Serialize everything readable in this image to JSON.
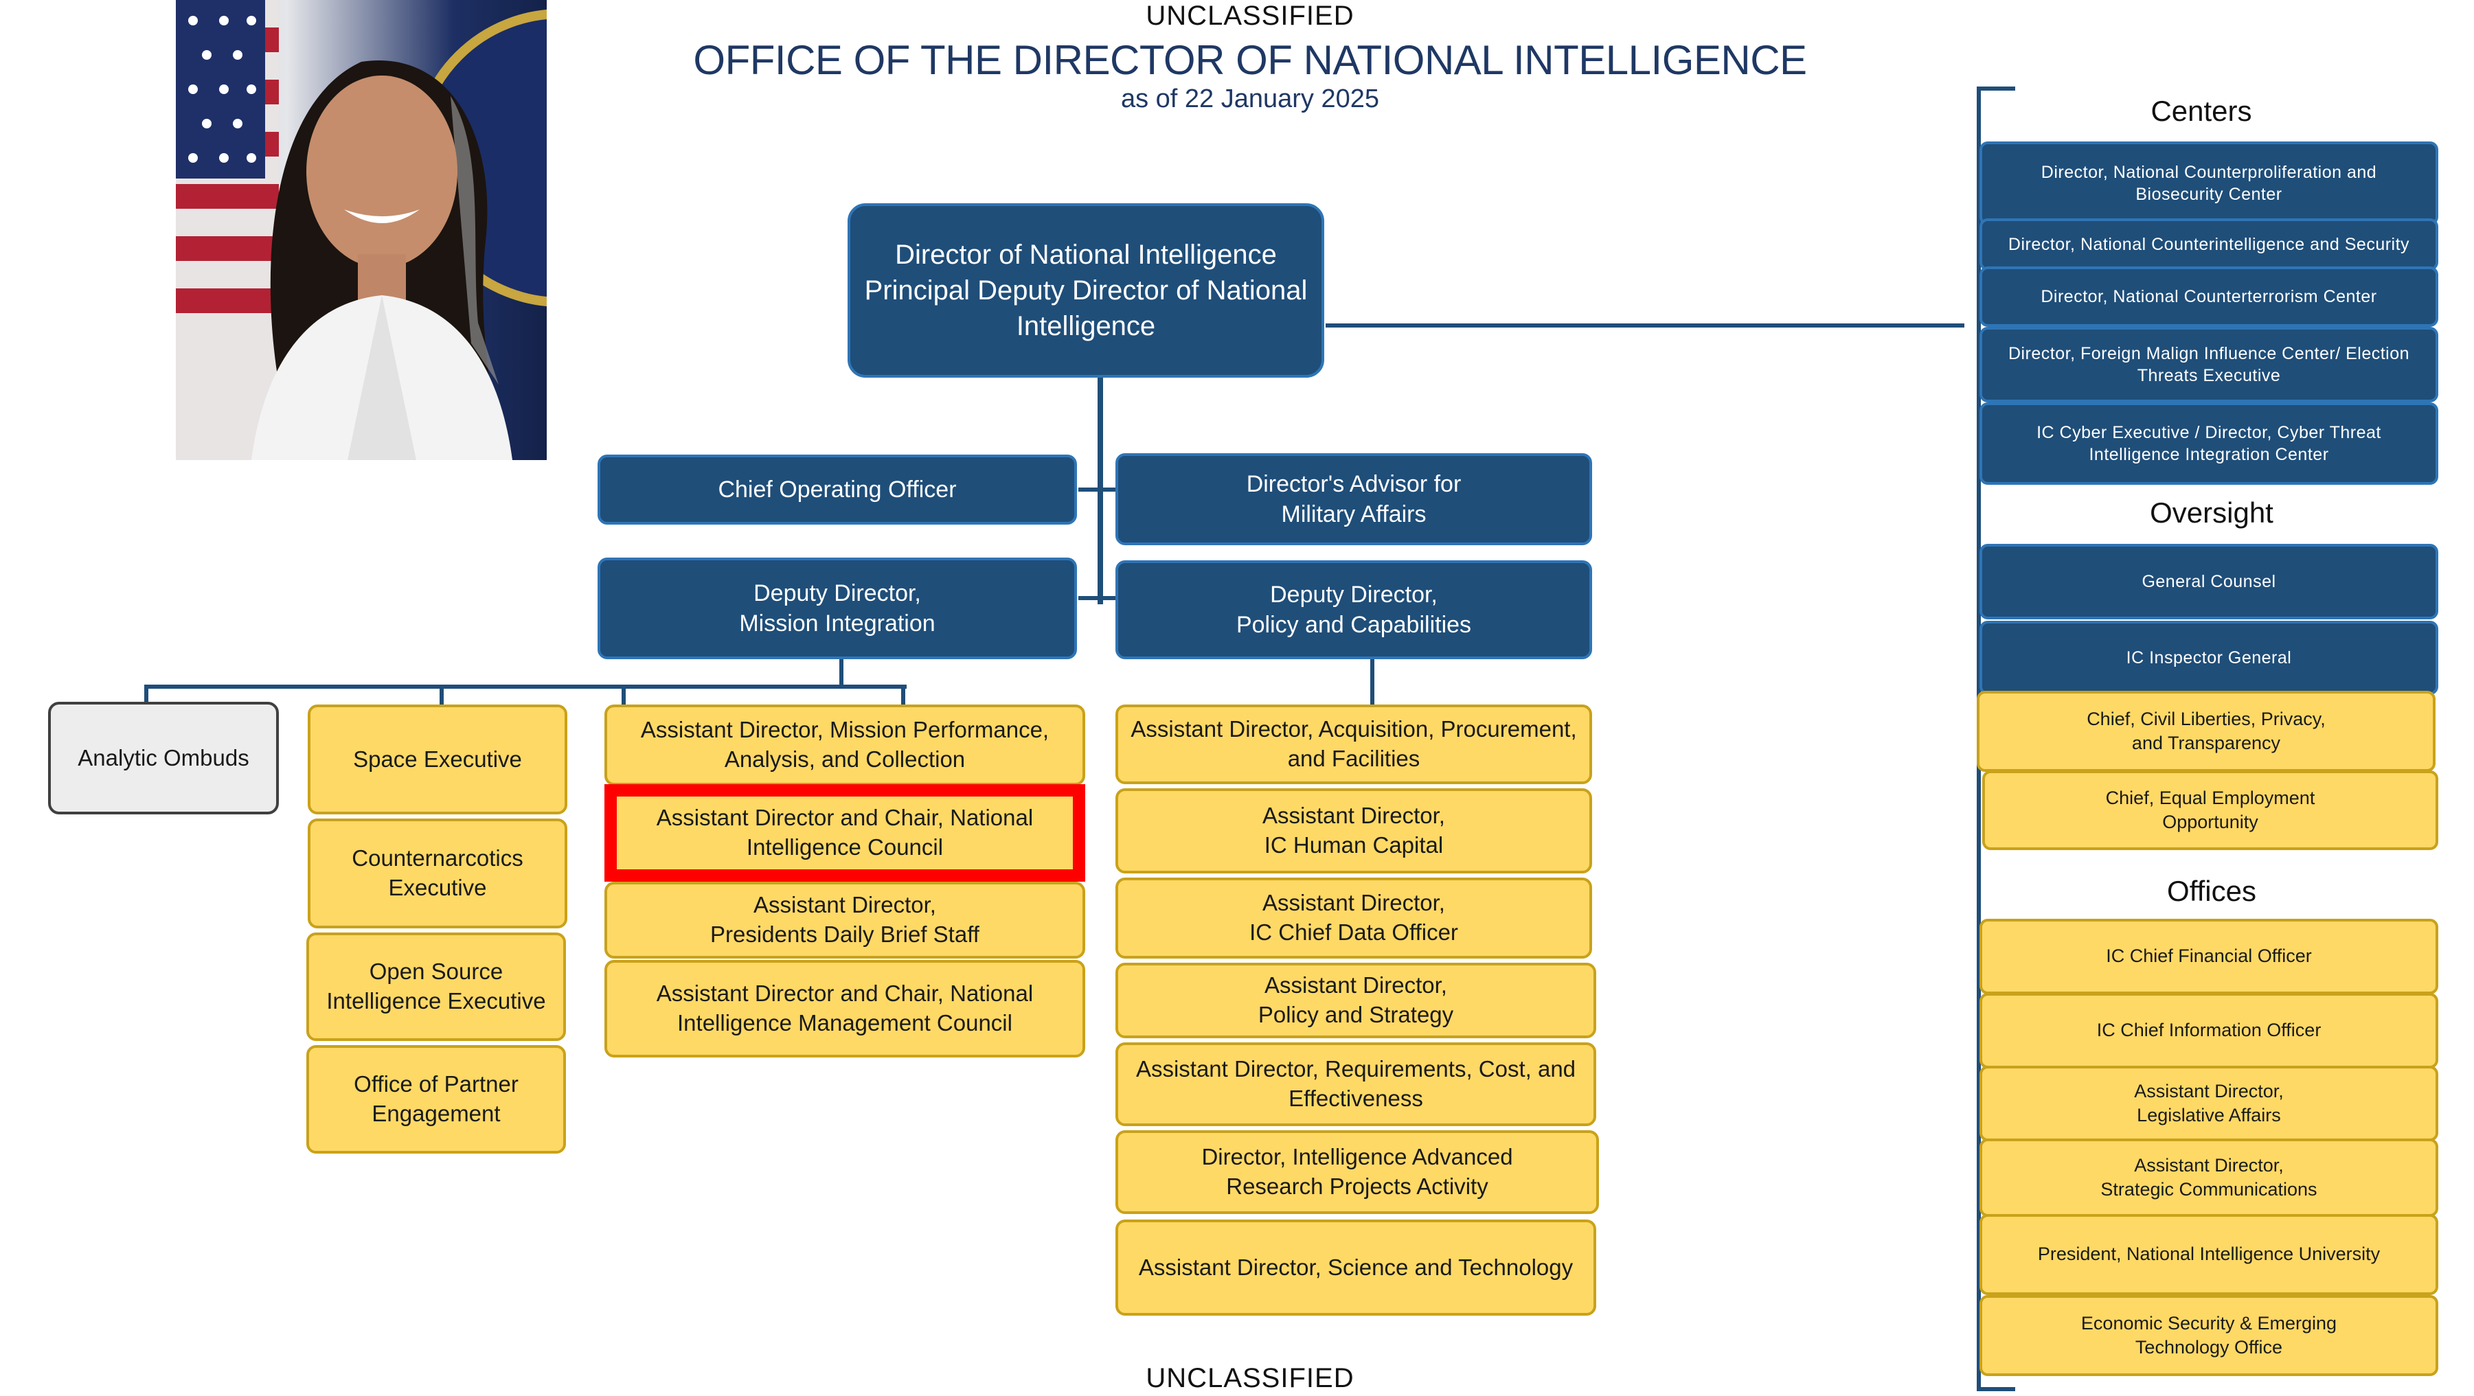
{
  "header": {
    "classification_top": "UNCLASSIFIED",
    "title": "OFFICE OF THE DIRECTOR OF NATIONAL INTELLIGENCE",
    "date": "as of 22 January 2025",
    "classification_bottom": "UNCLASSIFIED"
  },
  "top": {
    "dni": "Director of National Intelligence\nPrincipal Deputy Director of National Intelligence"
  },
  "second_row": {
    "coo": "Chief Operating Officer",
    "military": "Director's Advisor for\nMilitary Affairs"
  },
  "deputies": {
    "mission": "Deputy Director,\nMission Integration",
    "policy": "Deputy Director,\nPolicy and Capabilities"
  },
  "analytic_ombuds": "Analytic Ombuds",
  "executives": [
    "Space Executive",
    "Counternarcotics\nExecutive",
    "Open Source\nIntelligence Executive",
    "Office of Partner\nEngagement"
  ],
  "mission_column": [
    "Assistant Director, Mission Performance,\nAnalysis, and Collection",
    "Assistant Director and Chair, National\nIntelligence Council",
    "Assistant Director,\nPresidents Daily Brief Staff",
    "Assistant Director and Chair, National\nIntelligence Management Council"
  ],
  "policy_column": [
    "Assistant Director, Acquisition, Procurement,\nand Facilities",
    "Assistant Director,\nIC Human Capital",
    "Assistant Director,\nIC Chief Data Officer",
    "Assistant Director,\nPolicy and Strategy",
    "Assistant Director, Requirements, Cost, and\nEffectiveness",
    "Director, Intelligence Advanced\nResearch Projects Activity",
    "Assistant Director, Science and Technology"
  ],
  "right_panel": {
    "centers_title": "Centers",
    "centers": [
      "Director, National Counterproliferation and\nBiosecurity Center",
      "Director, National Counterintelligence and Security",
      "Director, National Counterterrorism Center",
      "Director, Foreign Malign Influence Center/ Election\nThreats Executive",
      "IC Cyber Executive / Director, Cyber Threat\nIntelligence Integration Center"
    ],
    "oversight_title": "Oversight",
    "oversight_blue": [
      "General Counsel",
      "IC Inspector General"
    ],
    "oversight_gold": [
      "Chief, Civil Liberties, Privacy,\nand Transparency",
      "Chief, Equal Employment\nOpportunity"
    ],
    "offices_title": "Offices",
    "offices": [
      "IC Chief Financial Officer",
      "IC Chief Information Officer",
      "Assistant Director,\nLegislative Affairs",
      "Assistant Director,\nStrategic Communications",
      "President, National Intelligence University",
      "Economic Security & Emerging\nTechnology Office"
    ]
  },
  "colors": {
    "blue_box": "#1f4e79",
    "blue_border": "#2e75b6",
    "gold_box": "#ffd966",
    "gold_border": "#c9a21b",
    "highlight": "#ff0000",
    "title_color": "#1f3864"
  }
}
